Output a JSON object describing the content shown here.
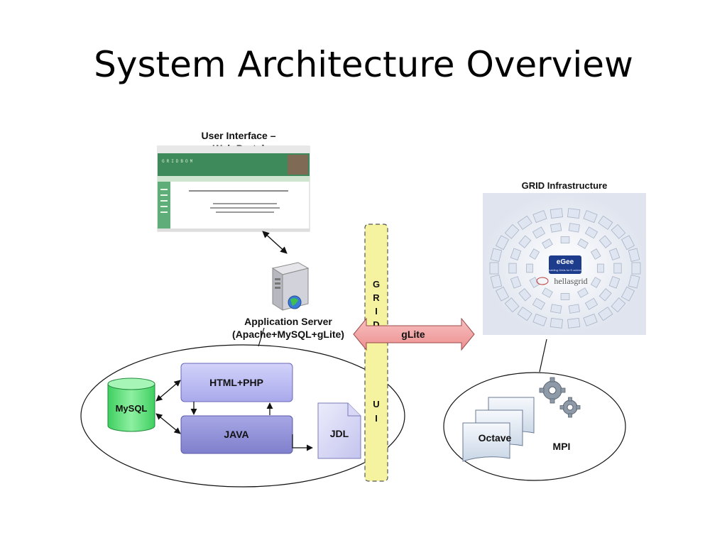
{
  "slide": {
    "title": "System Architecture Overview"
  },
  "user_interface": {
    "title_line1": "User Interface –",
    "title_line2": "Web Portal",
    "portal_header": "GRIDBOM"
  },
  "app_server": {
    "label_line1": "Application Server",
    "label_line2": "(Apache+MySQL+gLite)"
  },
  "components": {
    "html_php": "HTML+PHP",
    "java": "JAVA",
    "mysql": "MySQL",
    "jdl": "JDL"
  },
  "grid_ui_bar": {
    "top_letters": [
      "G",
      "R",
      "I",
      "D"
    ],
    "bottom_letters": [
      "U",
      "I"
    ]
  },
  "glite_arrow": "gLite",
  "grid_infrastructure": {
    "title": "GRID Infrastructure",
    "logo_text": "eGee",
    "logo_subtext": "Enabling Grids for E-sciencE",
    "hellasgrid": "hellasgrid"
  },
  "compute": {
    "octave": "Octave",
    "mpi": "MPI"
  },
  "colors": {
    "box_purple_light": "#b8b8f0",
    "box_purple_dark": "#8f8fd8",
    "mysql_green": "#5ee07a",
    "grid_bar_yellow": "#f6f3a0",
    "glite_arrow_pink": "#f3a0a0",
    "portal_green": "#3f8a5a"
  }
}
